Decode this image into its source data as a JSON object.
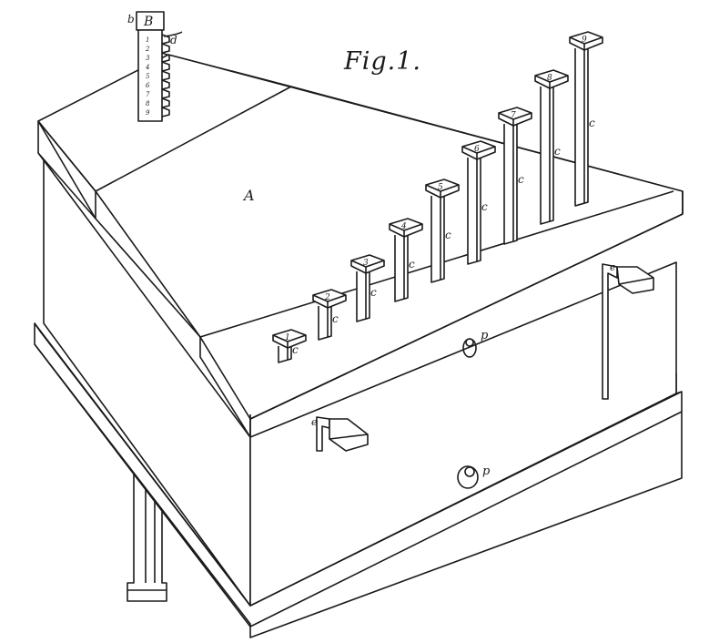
{
  "figure": {
    "title": "Fig.1.",
    "labels": {
      "a": "A",
      "b": "B",
      "b_small": "b",
      "d": "d",
      "c": "c",
      "p": "p",
      "e": "e"
    },
    "keys": [
      "1",
      "2",
      "3",
      "4",
      "5",
      "6",
      "7",
      "8",
      "9"
    ],
    "stack_marks": [
      "1",
      "2",
      "3",
      "4",
      "5",
      "6",
      "7",
      "8",
      "9"
    ]
  },
  "colors": {
    "ink": "#1a1a1a",
    "paper": "#ffffff",
    "hatch": "#555555"
  }
}
